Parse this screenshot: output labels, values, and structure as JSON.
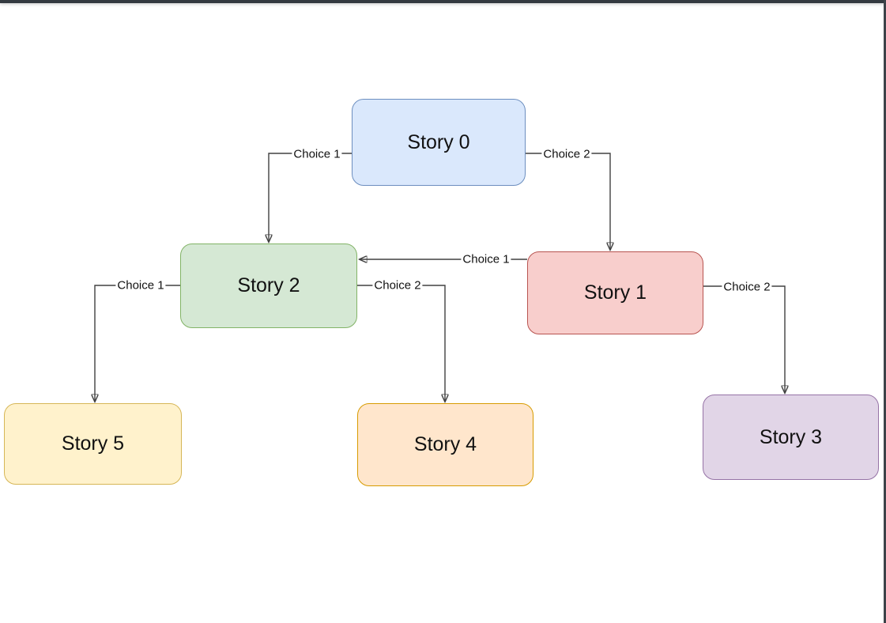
{
  "window": {
    "background": "#ffffff",
    "frame_top_color": "#343a40",
    "frame_right_color": "#3d4349"
  },
  "diagram": {
    "type": "story-choice-flowchart",
    "edge_color": "#404040",
    "arrowhead_color": "#000000",
    "text_color": "#111111",
    "nodes": [
      {
        "id": "story0",
        "label": "Story 0",
        "fill": "#dae8fc",
        "stroke": "#6c8ebf"
      },
      {
        "id": "story1",
        "label": "Story 1",
        "fill": "#f8cecc",
        "stroke": "#b85450"
      },
      {
        "id": "story2",
        "label": "Story 2",
        "fill": "#d5e8d4",
        "stroke": "#82b366"
      },
      {
        "id": "story3",
        "label": "Story 3",
        "fill": "#e1d5e7",
        "stroke": "#9673a6"
      },
      {
        "id": "story4",
        "label": "Story 4",
        "fill": "#ffe6cc",
        "stroke": "#d79b00"
      },
      {
        "id": "story5",
        "label": "Story 5",
        "fill": "#fff2cc",
        "stroke": "#d6b656"
      }
    ],
    "edges": [
      {
        "from": "story0",
        "to": "story2",
        "label": "Choice 1"
      },
      {
        "from": "story0",
        "to": "story1",
        "label": "Choice 2"
      },
      {
        "from": "story1",
        "to": "story2",
        "label": "Choice 1"
      },
      {
        "from": "story2",
        "to": "story5",
        "label": "Choice 1"
      },
      {
        "from": "story2",
        "to": "story4",
        "label": "Choice 2"
      },
      {
        "from": "story1",
        "to": "story3",
        "label": "Choice 2"
      }
    ]
  }
}
